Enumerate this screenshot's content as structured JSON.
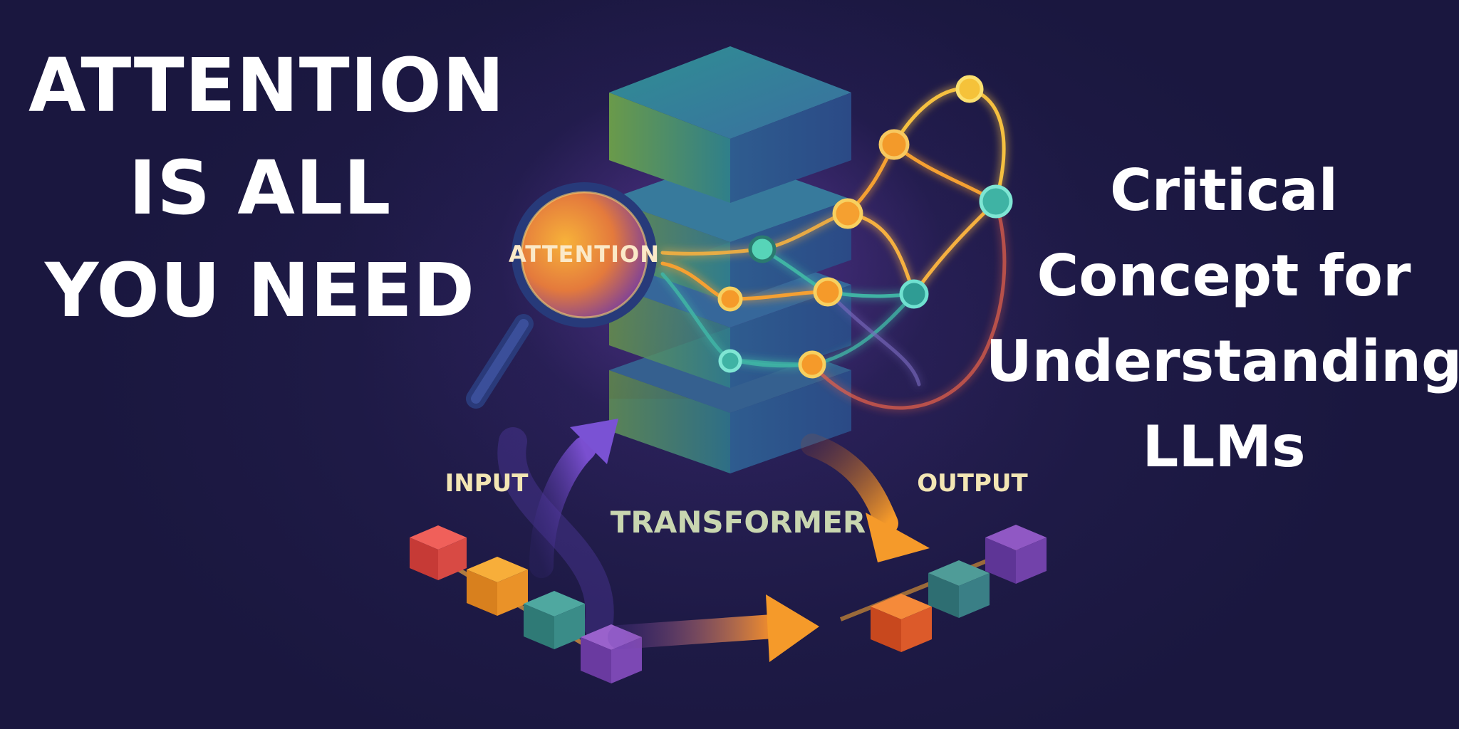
{
  "headline": {
    "line1": "ATTENTION",
    "line2": "IS ALL",
    "line3": "YOU NEED"
  },
  "subheadline": {
    "line1": "Critical",
    "line2": "Concept for",
    "line3": "Understanding",
    "line4": "LLMs"
  },
  "diagram": {
    "magnifier_label": "ATTENTION",
    "input_label": "INPUT",
    "output_label": "OUTPUT",
    "transformer_label": "TRANSFORMER"
  },
  "colors": {
    "background": "#1d1a44",
    "headline_text": "#ffffff",
    "label_text": "#f3e6b4",
    "transformer_text": "#c9d6b0",
    "accent_orange": "#f5a030",
    "accent_teal": "#3fb3a4",
    "accent_yellow": "#f5c83a",
    "token_red": "#e0483e",
    "token_orange": "#f29a2e",
    "token_teal": "#3c8f8a",
    "token_purple": "#7a4ab0"
  },
  "icons": [
    "magnifier-icon",
    "transformer-stack-icon",
    "token-block-icon",
    "arrow-icon",
    "attention-node-icon"
  ]
}
